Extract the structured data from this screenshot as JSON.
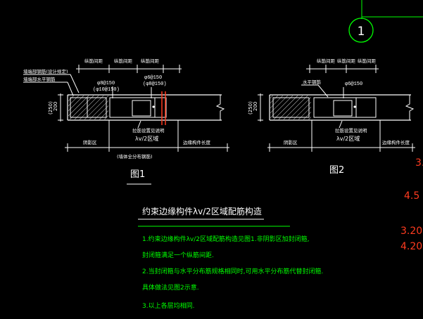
{
  "colors": {
    "background": "#000000",
    "white": "#ffffff",
    "green": "#00ff00",
    "red": "#ff3b1f",
    "hatch": "#c9c9c9"
  },
  "axis_bubble": "1",
  "figure1": {
    "top_dims": [
      "纵筋间距",
      "纵筋间距",
      "纵筋间距"
    ],
    "left_note": [
      "墙端部钢筋(设计规定)",
      "墙端部水平钢筋"
    ],
    "stirrup_a": "φ8@150",
    "stirrup_a_alt": "(φ10@150)",
    "stirrup_b": "φ6@150",
    "stirrup_b_alt": "(φ8@150)",
    "height": "(250)",
    "height2": "200",
    "inner_note": "拉筋设置见说明",
    "lambda_label": "λv/2区域",
    "bottom_left": "阴影区",
    "bottom_right": "边缘构件长度",
    "bottom_under": "(墙体全分布钢筋)",
    "caption": "图1"
  },
  "figure2": {
    "top_dims": [
      "纵筋间距",
      "纵筋间距",
      "纵筋间距"
    ],
    "left_note": "水平钢筋",
    "stirrup": "φ6@150",
    "height": "(250)",
    "height2": "200",
    "inner_note": "拉筋设置见说明",
    "lambda_label": "λv/2区域",
    "bottom_left": "阴影区",
    "bottom_right": "边缘构件长度",
    "caption": "图2"
  },
  "notes": {
    "title": "约束边缘构件λv/2区域配筋构造",
    "lines": [
      "1.约束边缘构件λv/2区域配筋构造见图1.非阴影区加封闭箍,",
      "封闭箍满足一个纵筋间距.",
      "2.当封闭箍与水平分布筋规格相同时,可用水平分布筋代替封闭箍.",
      "具体做法见图2示意.",
      "3.以上各层均相同."
    ]
  },
  "side_values": [
    "3.",
    "4.5",
    "3.20",
    "4.20"
  ]
}
